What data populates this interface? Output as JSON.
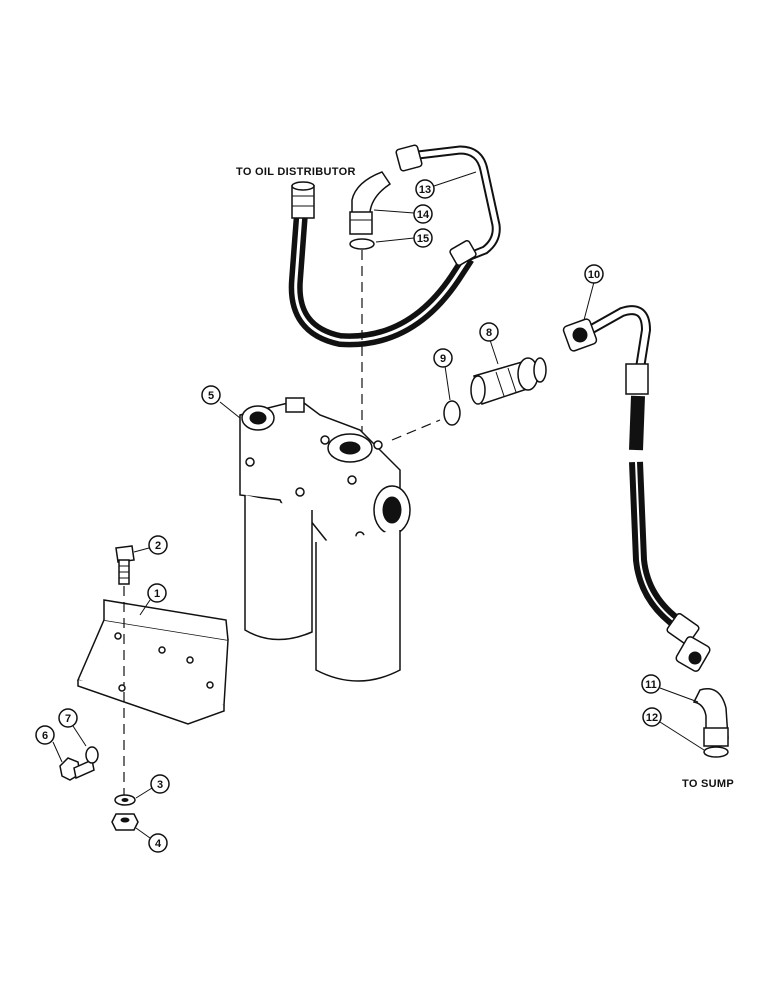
{
  "labels": {
    "to_oil_distributor": "TO OIL DISTRIBUTOR",
    "to_sump": "TO SUMP"
  },
  "callouts": [
    "1",
    "2",
    "3",
    "4",
    "5",
    "6",
    "7",
    "8",
    "9",
    "10",
    "11",
    "12",
    "13",
    "14",
    "15"
  ]
}
